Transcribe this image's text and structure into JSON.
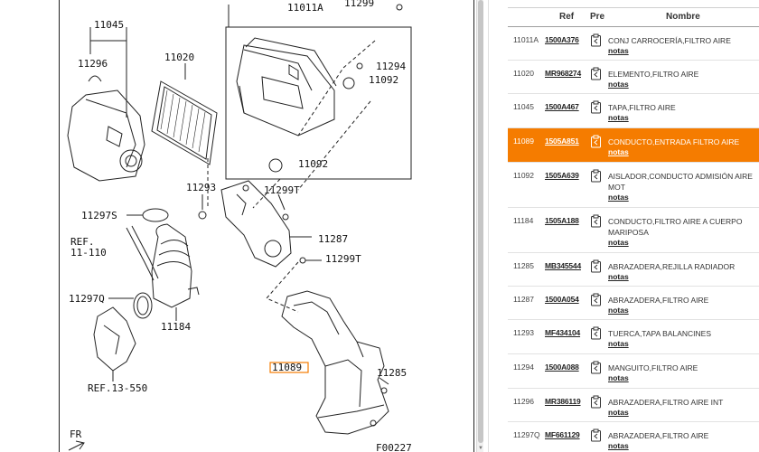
{
  "diagram": {
    "labels": {
      "l11011a": "11011A",
      "l11299a": "11299",
      "l11045": "11045",
      "l11296": "11296",
      "l11020": "11020",
      "l11294": "11294",
      "l11092a": "11092",
      "l11092b": "11092",
      "l11293": "11293",
      "l11299t1": "11299T",
      "l11297s": "11297S",
      "lref1": "REF.",
      "lref1b": "11-110",
      "l11287": "11287",
      "l11299t2": "11299T",
      "l11297q": "11297Q",
      "l11184": "11184",
      "l11089": "11089",
      "l11285": "11285",
      "lref2": "REF.13-550",
      "lfr": "FR",
      "lcode": "F00227"
    },
    "highlight_color": "#f57c00"
  },
  "table": {
    "headers": {
      "ref": "Ref",
      "pre": "Pre",
      "nombre": "Nombre"
    },
    "notes_label": "notas",
    "selected_color": "#f57c00",
    "rows": [
      {
        "num": "11011A",
        "ref": "1500A376",
        "desc": "CONJ CARROCERÍA,FILTRO AIRE"
      },
      {
        "num": "11020",
        "ref": "MR968274",
        "desc": "ELEMENTO,FILTRO AIRE"
      },
      {
        "num": "11045",
        "ref": "1500A467",
        "desc": "TAPA,FILTRO AIRE"
      },
      {
        "num": "11089",
        "ref": "1505A851",
        "desc": "CONDUCTO,ENTRADA FILTRO AIRE",
        "selected": true
      },
      {
        "num": "11092",
        "ref": "1505A639",
        "desc": "AISLADOR,CONDUCTO ADMISIÓN AIRE MOT"
      },
      {
        "num": "11184",
        "ref": "1505A188",
        "desc": "CONDUCTO,FILTRO AIRE A CUERPO MARIPOSA"
      },
      {
        "num": "11285",
        "ref": "MB345544",
        "desc": "ABRAZADERA,REJILLA RADIADOR"
      },
      {
        "num": "11287",
        "ref": "1500A054",
        "desc": "ABRAZADERA,FILTRO AIRE"
      },
      {
        "num": "11293",
        "ref": "MF434104",
        "desc": "TUERCA,TAPA BALANCINES"
      },
      {
        "num": "11294",
        "ref": "1500A088",
        "desc": "MANGUITO,FILTRO AIRE"
      },
      {
        "num": "11296",
        "ref": "MR386119",
        "desc": "ABRAZADERA,FILTRO AIRE INT"
      },
      {
        "num": "11297Q",
        "ref": "MF661129",
        "desc": "ABRAZADERA,FILTRO AIRE"
      }
    ]
  }
}
